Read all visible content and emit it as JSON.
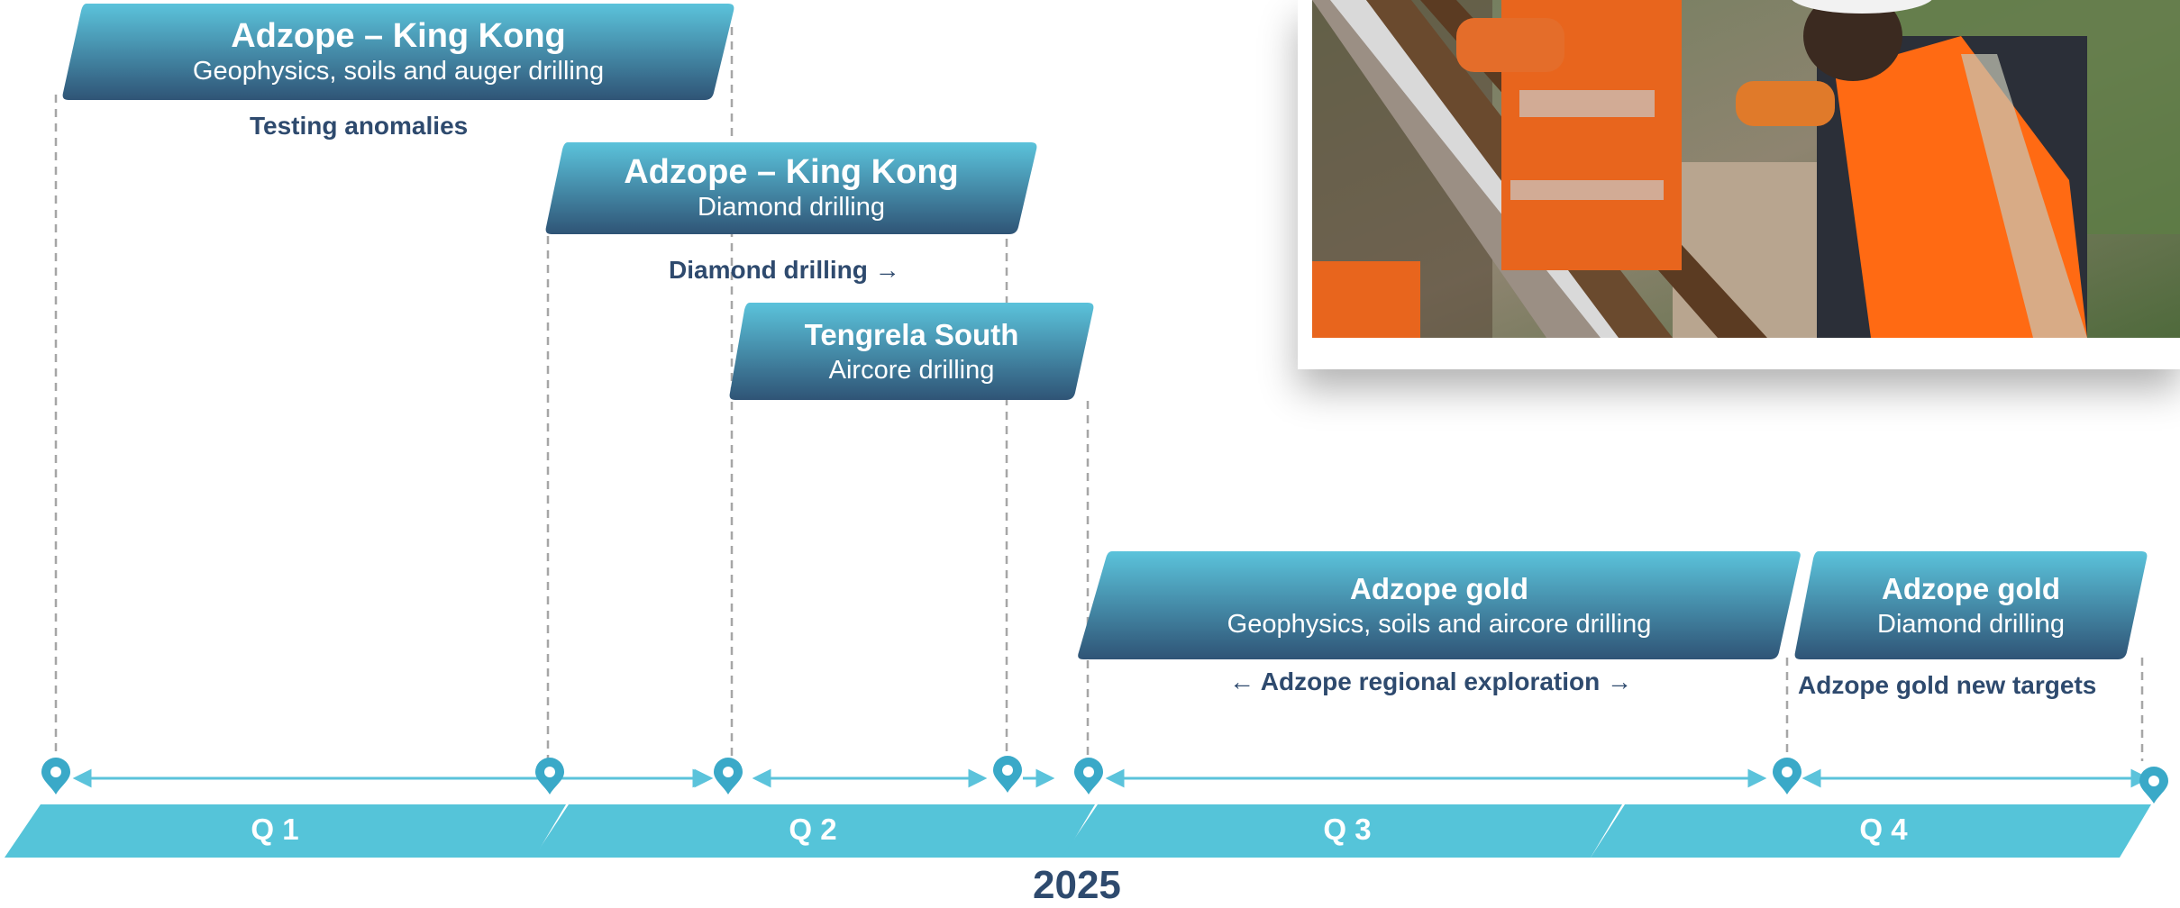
{
  "boxes": [
    {
      "title": "Adzope – King Kong",
      "subtitle": "Geophysics, soils and auger drilling"
    },
    {
      "title": "Adzope – King Kong",
      "subtitle": "Diamond drilling"
    },
    {
      "title": "Tengrela South",
      "subtitle": "Aircore drilling"
    },
    {
      "title": "Adzope gold",
      "subtitle": "Geophysics, soils and aircore drilling"
    },
    {
      "title": "Adzope gold",
      "subtitle": "Diamond drilling"
    }
  ],
  "labels": {
    "testing": "Testing anomalies",
    "diamond": "Diamond drilling →",
    "regional": "← Adzope regional exploration →",
    "new_targets": "Adzope gold new targets"
  },
  "quarters": [
    "Q 1",
    "Q 2",
    "Q 3",
    "Q 4"
  ],
  "year": "2025",
  "colors": {
    "box_top": "#5bc3db",
    "box_bottom": "#2f5476",
    "quarter": "#55c4d9",
    "arrow": "#5bc3db",
    "marker": "#3aa9c8",
    "dashed": "#a6a6a6",
    "label_text": "#2e4a6e"
  },
  "icons": [
    "map-pin-icon",
    "double-arrow-icon"
  ]
}
